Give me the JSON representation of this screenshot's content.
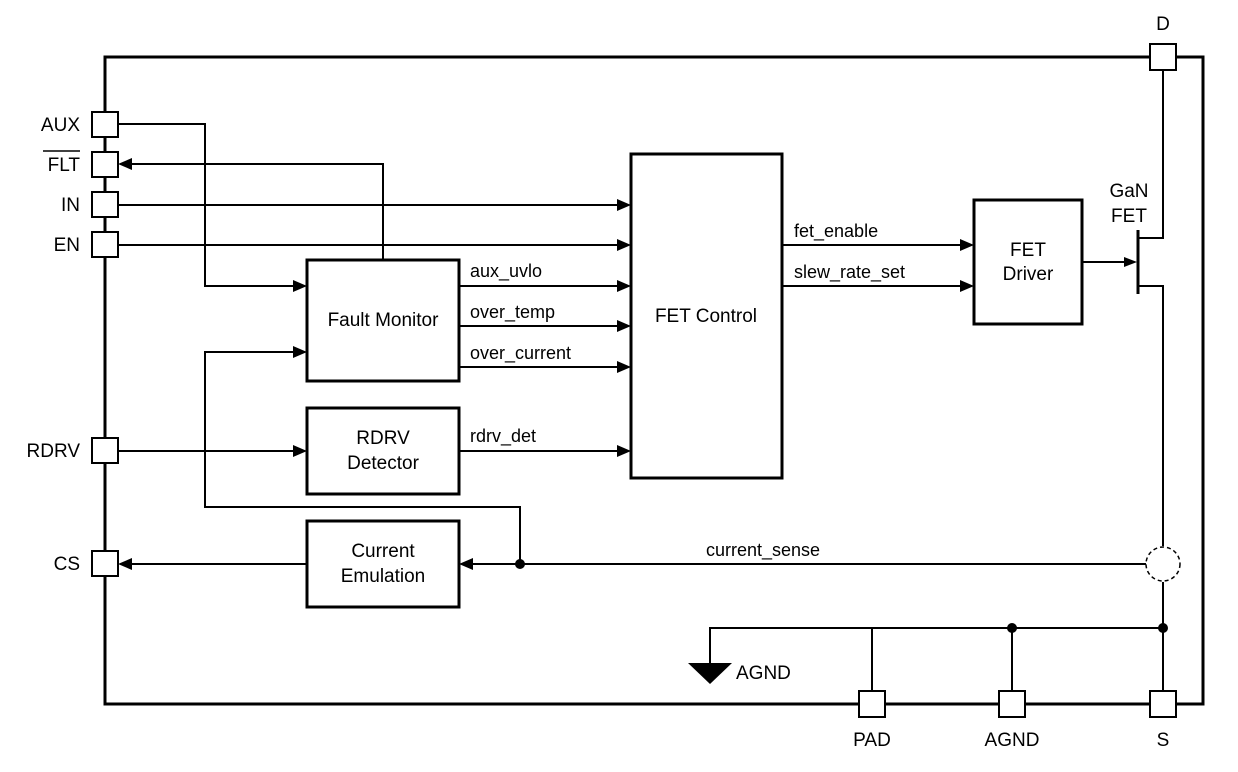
{
  "pins": {
    "aux": "AUX",
    "flt": "FLT",
    "in": "IN",
    "en": "EN",
    "rdrv": "RDRV",
    "cs": "CS",
    "d": "D",
    "s": "S",
    "pad": "PAD",
    "agnd": "AGND"
  },
  "blocks": {
    "fault_monitor": "Fault Monitor",
    "rdrv_detector": [
      "RDRV",
      "Detector"
    ],
    "current_emulation": [
      "Current",
      "Emulation"
    ],
    "fet_control": "FET Control",
    "fet_driver": [
      "FET",
      "Driver"
    ],
    "gan_fet": [
      "GaN",
      "FET"
    ]
  },
  "signals": {
    "aux_uvlo": "aux_uvlo",
    "over_temp": "over_temp",
    "over_current": "over_current",
    "rdrv_det": "rdrv_det",
    "fet_enable": "fet_enable",
    "slew_rate_set": "slew_rate_set",
    "current_sense": "current_sense"
  },
  "ground_label": "AGND"
}
